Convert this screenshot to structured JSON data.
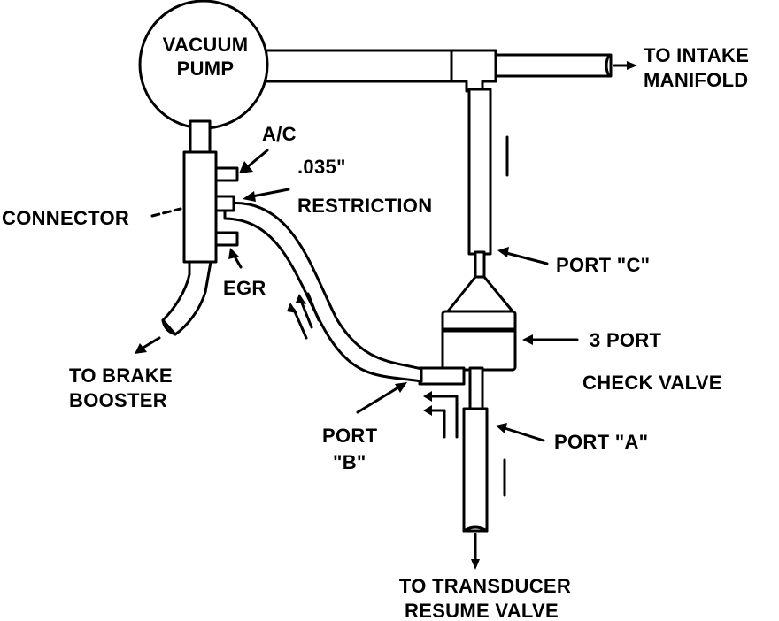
{
  "labels": {
    "vacuum": "VACUUM",
    "pump": "PUMP",
    "to_intake": "TO INTAKE",
    "manifold": "MANIFOLD",
    "ac": "A/C",
    "restriction_value": ".035\"",
    "restriction": "RESTRICTION",
    "connector": "CONNECTOR",
    "egr": "EGR",
    "to_brake": "TO BRAKE",
    "booster": "BOOSTER",
    "port_c": "PORT \"C\"",
    "three_port": "3 PORT",
    "check_valve": "CHECK VALVE",
    "port_a": "PORT \"A\"",
    "port_b_1": "PORT",
    "port_b_2": "\"B\"",
    "to_transducer": "TO TRANSDUCER",
    "resume_valve": "RESUME VALVE"
  },
  "icons": {
    "pump": "vacuum-pump-circle",
    "valve": "check-valve-body",
    "flow": "flow-arrow"
  },
  "colors": {
    "ink": "#000000",
    "paper": "#ffffff"
  }
}
